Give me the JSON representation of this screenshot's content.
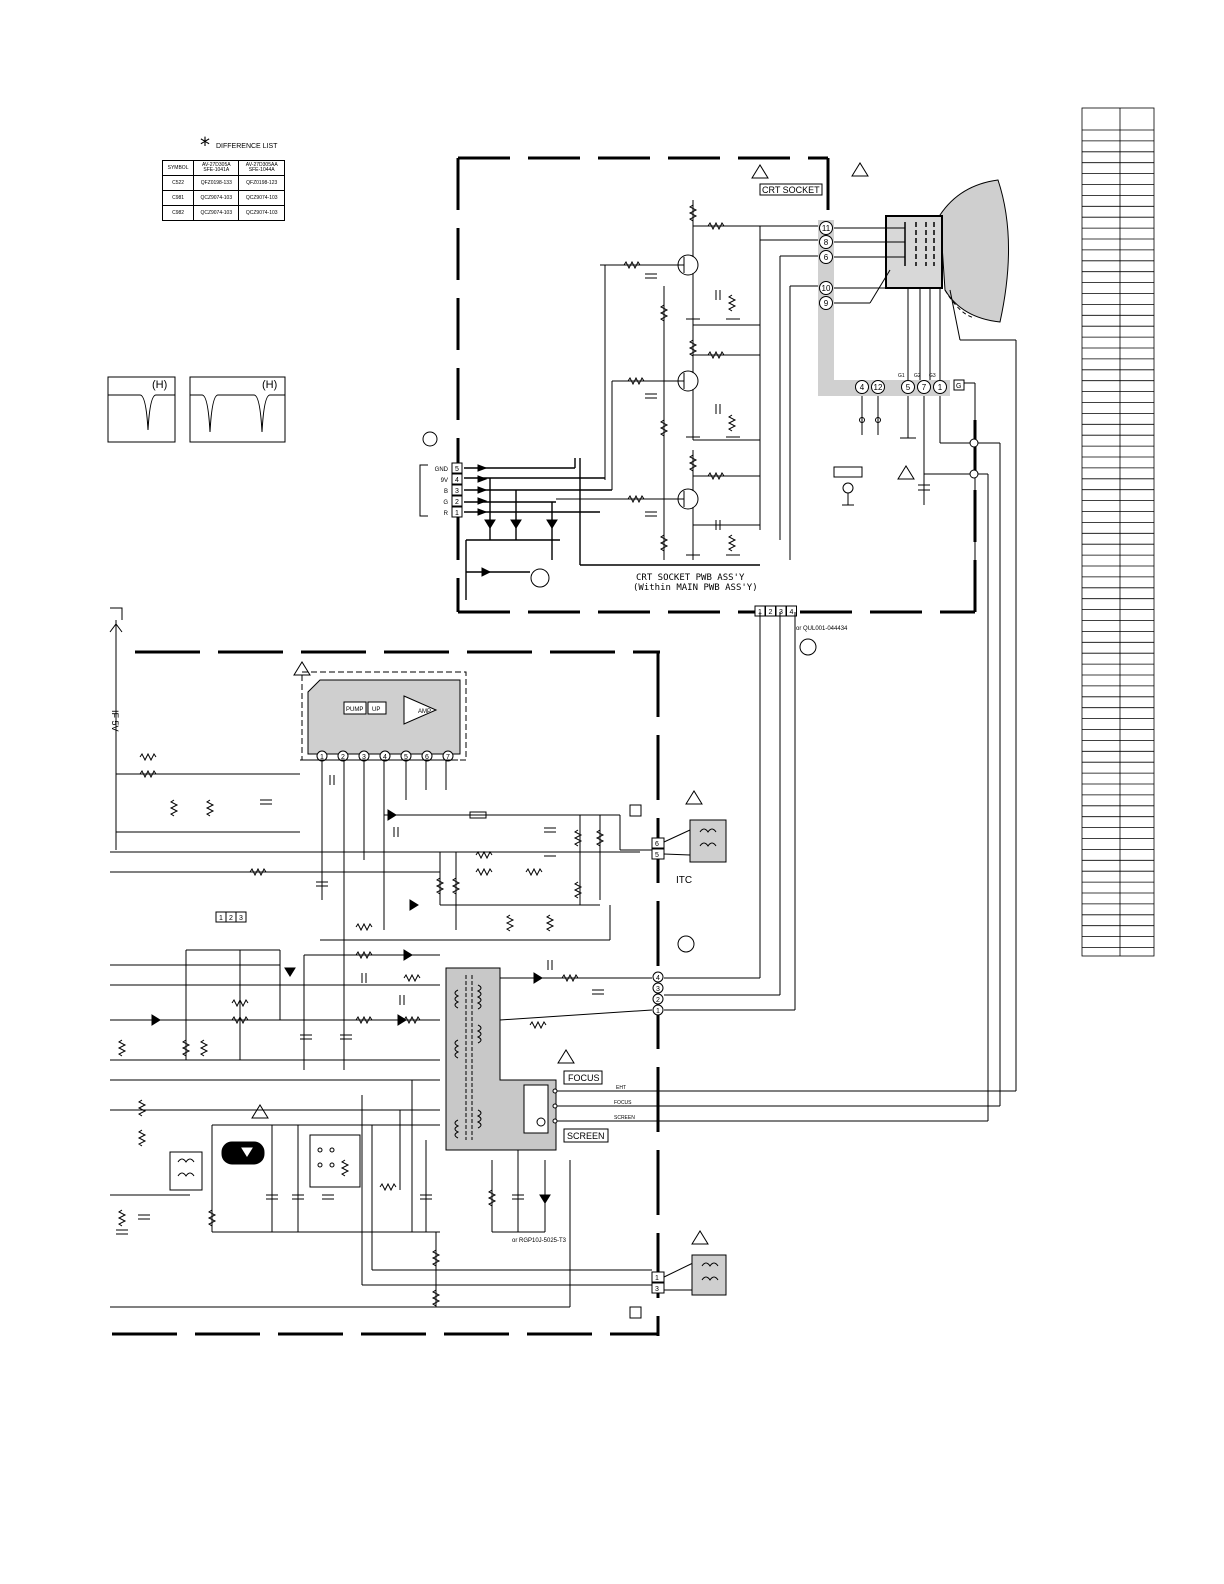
{
  "difference_list": {
    "marker": "*",
    "title": "DIFFERENCE LIST",
    "headers": [
      "SYMBOL",
      "AV-27D305A\nSFE-1041A",
      "AV-27D305AA\nSFE-1044A"
    ],
    "rows": [
      [
        "C522",
        "QFZ0198-133",
        "QFZ0198-123"
      ],
      [
        "C981",
        "QCZ9074-103",
        "QCZ9074-103"
      ],
      [
        "C982",
        "QCZ9074-103",
        "QCZ9074-103"
      ]
    ]
  },
  "crt_socket": {
    "label": "CRT SOCKET",
    "pins_top": [
      "11",
      "8",
      "6",
      "10",
      "9"
    ],
    "pins_bottom": [
      "4",
      "12",
      "5",
      "7",
      "1"
    ],
    "grid_labels": [
      "G1",
      "G2",
      "G3"
    ],
    "pwb_label_line1": "CRT SOCKET PWB ASS'Y",
    "pwb_label_line2": "(Within MAIN PWB ASS'Y)",
    "part_number": "or QUL001-044434"
  },
  "input_connector": {
    "pins": [
      {
        "name": "GND",
        "num": "5"
      },
      {
        "name": "9V",
        "num": "4"
      },
      {
        "name": "B",
        "num": "3"
      },
      {
        "name": "G",
        "num": "2"
      },
      {
        "name": "R",
        "num": "1"
      }
    ]
  },
  "output_connector_pins": [
    "1",
    "2",
    "3",
    "4"
  ],
  "waveforms": [
    {
      "unit": "(H)"
    },
    {
      "unit": "(H)"
    }
  ],
  "ic_blocks": {
    "pump": "PUMP",
    "up": "UP",
    "amp": "AMP"
  },
  "ic_pins": [
    "1",
    "2",
    "3",
    "4",
    "5",
    "6",
    "7"
  ],
  "three_pin_connector": [
    "1",
    "2",
    "3"
  ],
  "itc": {
    "label": "ITC",
    "pins": [
      "6",
      "5"
    ]
  },
  "fbt": {
    "focus": "FOCUS",
    "screen": "SCREEN",
    "lines": [
      "EHT",
      "FOCUS",
      "SCREEN"
    ],
    "connector_pins": [
      "4",
      "3",
      "2",
      "1"
    ],
    "part_number": "or RGP10J-5025-T3"
  },
  "bottom_connector": [
    "1",
    "3"
  ],
  "ground_pin": "G",
  "vertical_label": "IF 5V"
}
